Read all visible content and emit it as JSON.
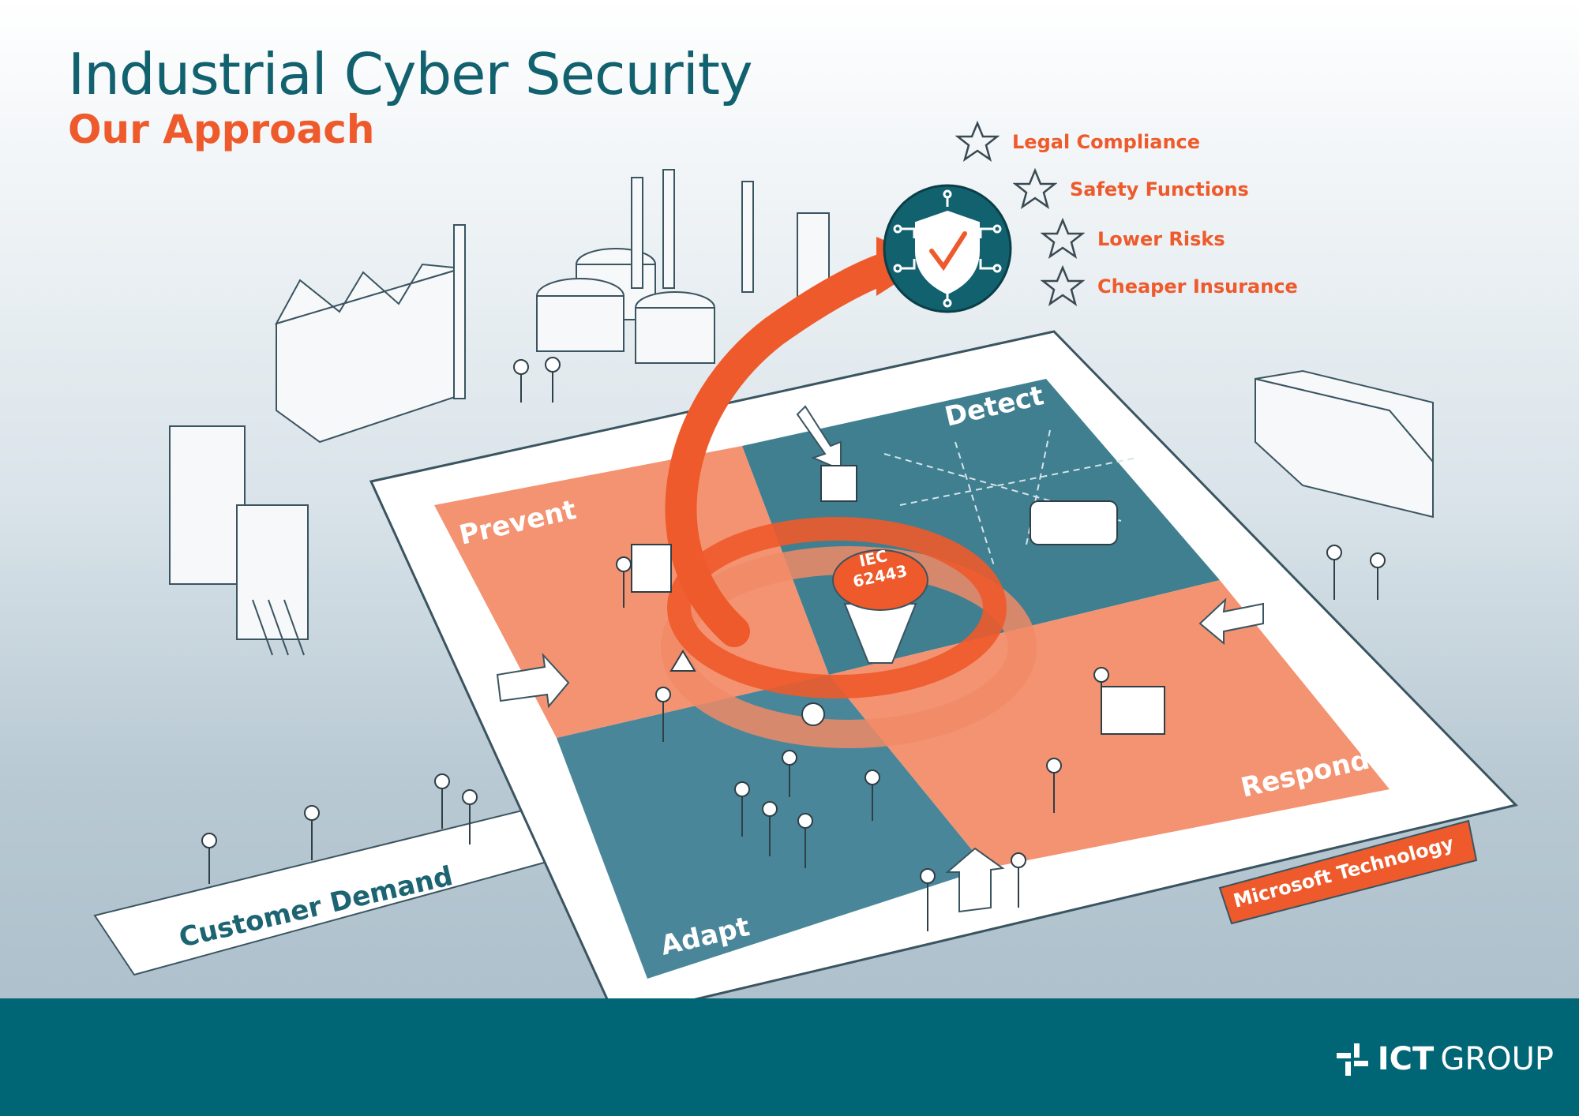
{
  "header": {
    "title": "Industrial Cyber Security",
    "subtitle": "Our Approach"
  },
  "benefits": [
    {
      "label": "Legal Compliance",
      "icon": "star-icon"
    },
    {
      "label": "Safety Functions",
      "icon": "star-icon"
    },
    {
      "label": "Lower Risks",
      "icon": "star-icon"
    },
    {
      "label": "Cheaper Insurance",
      "icon": "star-icon"
    }
  ],
  "quadrants": {
    "prevent": "Prevent",
    "detect": "Detect",
    "respond": "Respond",
    "adapt": "Adapt"
  },
  "center": {
    "line1": "IEC",
    "line2": "62443"
  },
  "banners": {
    "customer_demand": "Customer Demand",
    "microsoft_technology": "Microsoft Technology"
  },
  "logo": {
    "ict": "ICT",
    "group": "GROUP"
  },
  "colors": {
    "teal": "#12616f",
    "teal_quadrant": "#3f7f90",
    "orange": "#ee5a2b",
    "orange_quadrant": "#f39372",
    "footer": "#006575"
  }
}
